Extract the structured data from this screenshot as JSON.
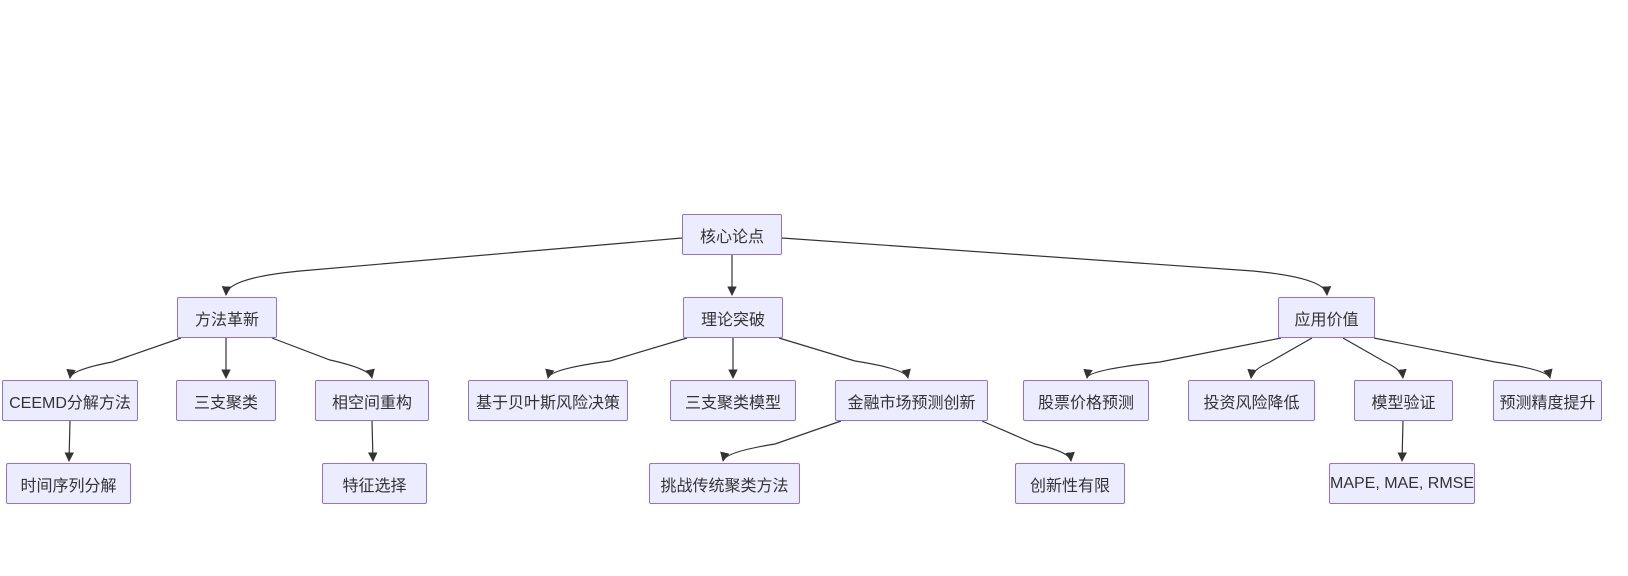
{
  "diagram": {
    "type": "flowchart-top-down",
    "background": "#ffffff",
    "node_fill": "#ECECFF",
    "node_border": "#9370DB",
    "edge_color": "#333333",
    "text_color": "#333333",
    "nodes": {
      "core": {
        "label": "核心论点"
      },
      "method": {
        "label": "方法革新"
      },
      "theory": {
        "label": "理论突破"
      },
      "application": {
        "label": "应用价值"
      },
      "ceemd": {
        "label": "CEEMD分解方法"
      },
      "three_way": {
        "label": "三支聚类"
      },
      "phase_space": {
        "label": "相空间重构"
      },
      "bayes": {
        "label": "基于贝叶斯风险决策"
      },
      "twc_model": {
        "label": "三支聚类模型"
      },
      "finance": {
        "label": "金融市场预测创新"
      },
      "stock": {
        "label": "股票价格预测"
      },
      "risk": {
        "label": "投资风险降低"
      },
      "validation": {
        "label": "模型验证"
      },
      "precision": {
        "label": "预测精度提升"
      },
      "time_series": {
        "label": "时间序列分解"
      },
      "feature": {
        "label": "特征选择"
      },
      "challenge": {
        "label": "挑战传统聚类方法"
      },
      "limited": {
        "label": "创新性有限"
      },
      "metrics": {
        "label": "MAPE, MAE, RMSE"
      }
    },
    "edges": [
      {
        "from": "core",
        "to": "method"
      },
      {
        "from": "core",
        "to": "theory"
      },
      {
        "from": "core",
        "to": "application"
      },
      {
        "from": "method",
        "to": "ceemd"
      },
      {
        "from": "method",
        "to": "three_way"
      },
      {
        "from": "method",
        "to": "phase_space"
      },
      {
        "from": "ceemd",
        "to": "time_series"
      },
      {
        "from": "phase_space",
        "to": "feature"
      },
      {
        "from": "theory",
        "to": "bayes"
      },
      {
        "from": "theory",
        "to": "twc_model"
      },
      {
        "from": "theory",
        "to": "finance"
      },
      {
        "from": "finance",
        "to": "challenge"
      },
      {
        "from": "finance",
        "to": "limited"
      },
      {
        "from": "application",
        "to": "stock"
      },
      {
        "from": "application",
        "to": "risk"
      },
      {
        "from": "application",
        "to": "validation"
      },
      {
        "from": "application",
        "to": "precision"
      },
      {
        "from": "validation",
        "to": "metrics"
      }
    ]
  }
}
